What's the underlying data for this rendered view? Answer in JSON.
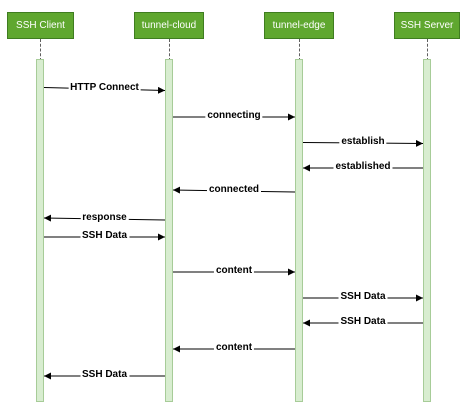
{
  "participants": [
    {
      "id": "client",
      "label": "SSH Client"
    },
    {
      "id": "cloud",
      "label": "tunnel-cloud"
    },
    {
      "id": "edge",
      "label": "tunnel-edge"
    },
    {
      "id": "server",
      "label": "SSH Server"
    }
  ],
  "messages": [
    {
      "label": "HTTP Connect",
      "from": "client",
      "to": "cloud"
    },
    {
      "label": "connecting",
      "from": "cloud",
      "to": "edge"
    },
    {
      "label": "establish",
      "from": "edge",
      "to": "server"
    },
    {
      "label": "established",
      "from": "server",
      "to": "edge"
    },
    {
      "label": "connected",
      "from": "edge",
      "to": "cloud"
    },
    {
      "label": "response",
      "from": "cloud",
      "to": "client"
    },
    {
      "label": "SSH Data",
      "from": "client",
      "to": "cloud"
    },
    {
      "label": "content",
      "from": "cloud",
      "to": "edge"
    },
    {
      "label": "SSH Data",
      "from": "edge",
      "to": "server"
    },
    {
      "label": "SSH Data",
      "from": "server",
      "to": "edge"
    },
    {
      "label": "content",
      "from": "edge",
      "to": "cloud"
    },
    {
      "label": "SSH Data",
      "from": "cloud",
      "to": "client"
    }
  ]
}
